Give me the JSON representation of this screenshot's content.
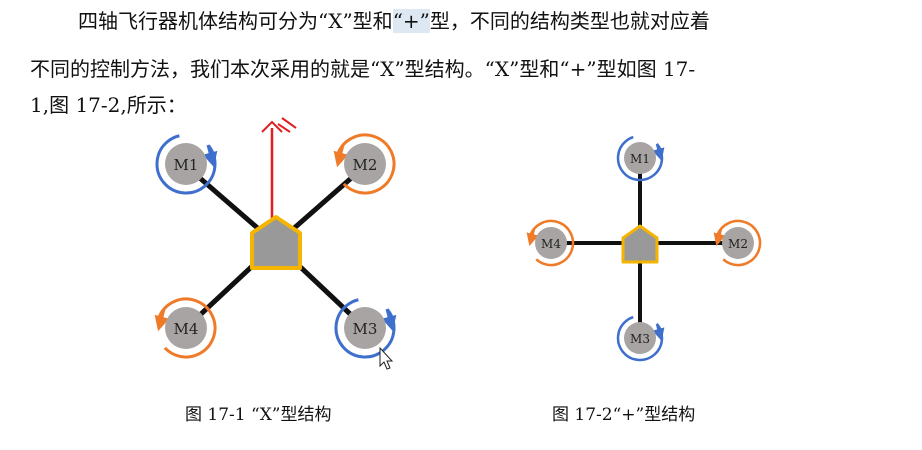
{
  "paragraph": {
    "line1_a": "四轴飞行器机体结构可分为“X”型和",
    "line1_hl": "“+”",
    "line1_b": "型，不同的结构类型也就对应着",
    "line2": "不同的控制方法，我们本次采用的就是“X”型结构。“X”型和“+”型如图 17-",
    "line3": "1,图 17-2,所示："
  },
  "figure_x": {
    "motors": [
      "M1",
      "M2",
      "M3",
      "M4"
    ],
    "caption": "图 17-1 “X”型结构"
  },
  "figure_plus": {
    "motors": [
      "M1",
      "M2",
      "M3",
      "M4"
    ],
    "caption": "图 17-2“+”型结构"
  },
  "colors": {
    "arm": "#111111",
    "body_fill": "#999999",
    "body_stroke": "#f5b400",
    "motor_fill": "#a9a4a4",
    "ring_blue": "#3f6fcc",
    "ring_orange": "#ef7a28",
    "heading_arrow": "#e02020"
  }
}
